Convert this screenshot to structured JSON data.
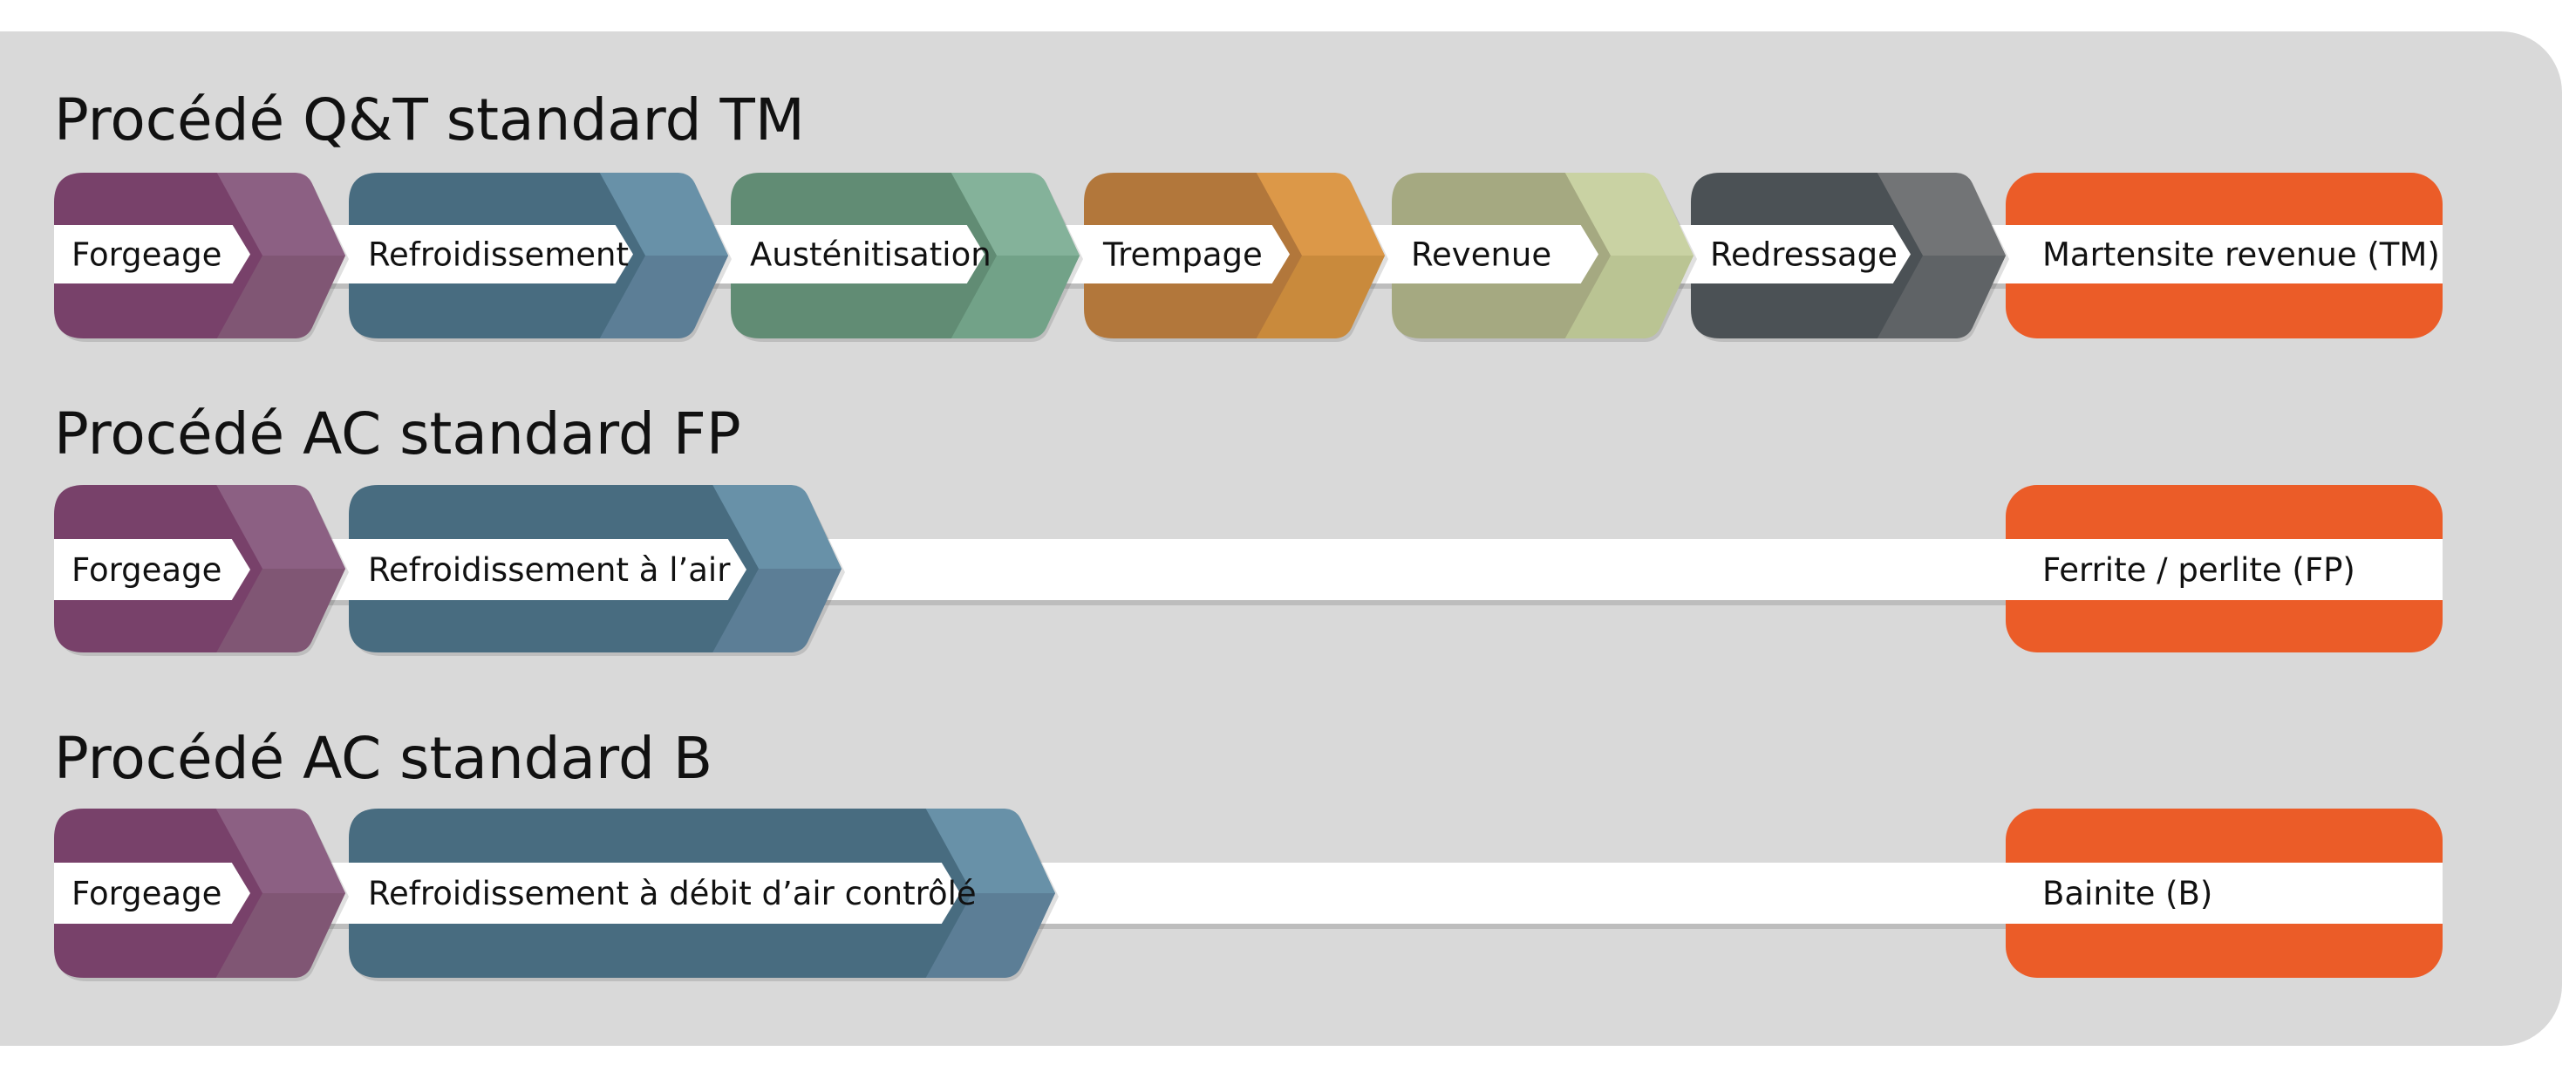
{
  "diagram": {
    "title": "Process routes and resulting microstructures",
    "processes": [
      {
        "title": "Procédé Q&T standard TM",
        "steps": [
          {
            "label": "Forgeage",
            "color": "forging"
          },
          {
            "label": "Refroidissement",
            "color": "cooling"
          },
          {
            "label": "Austénitisation",
            "color": "austenitizing"
          },
          {
            "label": "Trempage",
            "color": "quenching"
          },
          {
            "label": "Revenue",
            "color": "tempering"
          },
          {
            "label": "Redressage",
            "color": "straightening"
          }
        ],
        "result": "Martensite revenue (TM)"
      },
      {
        "title": "Procédé AC standard FP",
        "steps": [
          {
            "label": "Forgeage",
            "color": "forging"
          },
          {
            "label": "Refroidissement à l’air",
            "color": "cooling"
          }
        ],
        "result": "Ferrite / perlite (FP)"
      },
      {
        "title": "Procédé AC standard B",
        "steps": [
          {
            "label": "Forgeage",
            "color": "forging"
          },
          {
            "label": "Refroidissement à débit d’air contrôlé",
            "color": "cooling"
          }
        ],
        "result": "Bainite (B)"
      }
    ]
  },
  "colors": {
    "panel": "#d9d9d9",
    "band": "#ffffff",
    "result": "#eb5c28",
    "forging": {
      "base": "#78416a",
      "light": "#8c6083",
      "mid": "#805674"
    },
    "cooling": {
      "base": "#486c80",
      "light": "#6891a8",
      "mid": "#5c7e96"
    },
    "austenitizing": {
      "base": "#618c74",
      "light": "#84b29a",
      "mid": "#72a288"
    },
    "quenching": {
      "base": "#b2773b",
      "light": "#dc9848",
      "mid": "#c98a3c"
    },
    "tempering": {
      "base": "#a5a981",
      "light": "#c9d2a3",
      "mid": "#bac493"
    },
    "straightening": {
      "base": "#4b5155",
      "light": "#727476",
      "mid": "#5f6366"
    }
  }
}
